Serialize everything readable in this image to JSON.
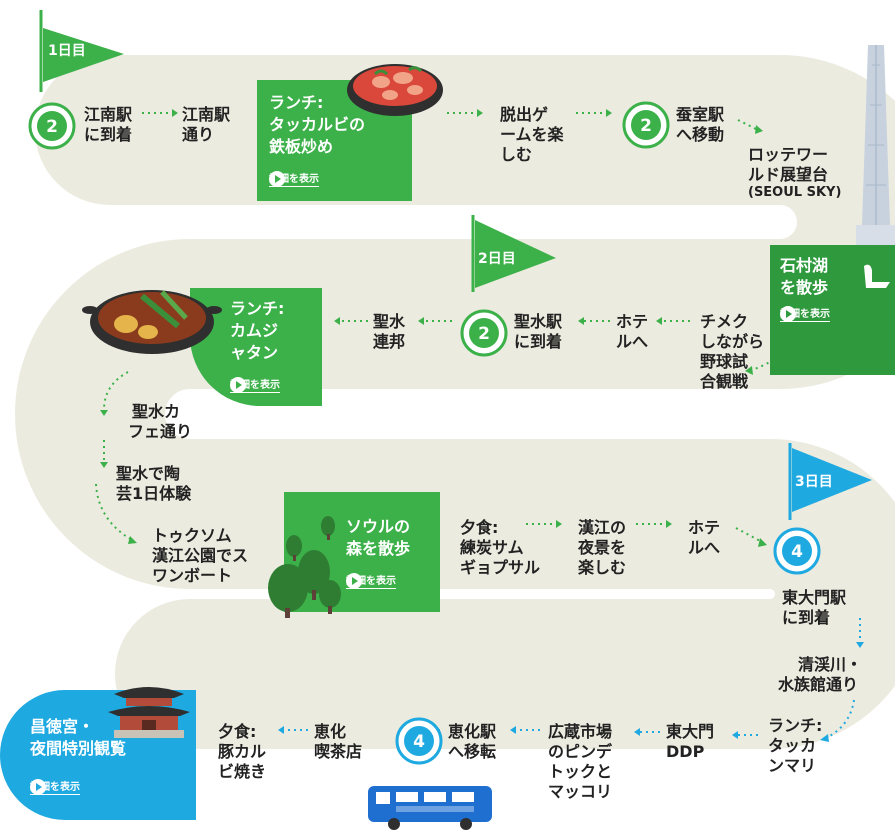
{
  "days": [
    {
      "label": "1日目"
    },
    {
      "label": "2日目"
    },
    {
      "label": "3日目"
    }
  ],
  "step_number_1": "2",
  "step_number_2": "2",
  "step_number_3": "2",
  "step_number_4": "4",
  "step_number_5": "4",
  "day1": {
    "gangnam_station": [
      "江南駅",
      "に到着"
    ],
    "gangnam_street": [
      "江南駅",
      "通り"
    ],
    "lunch": [
      "ランチ:",
      "タッカルビの",
      "鉄板炒め"
    ],
    "escape_game": [
      "脱出ゲ",
      "ームを楽",
      "しむ"
    ],
    "jamsil": [
      "蚕室駅",
      "へ移動"
    ],
    "lotte_world": [
      "ロッテワー",
      "ルド展望台"
    ],
    "lotte_world_sub": "(SEOUL SKY)",
    "seokchon": [
      "石村湖",
      "を散歩"
    ],
    "baseball": [
      "チメク",
      "しながら",
      "野球試",
      "合観戦"
    ]
  },
  "day2": {
    "hotel_back": [
      "ホテ",
      "ルへ"
    ],
    "seongsu_station": [
      "聖水駅",
      "に到着"
    ],
    "seongsu_union": [
      "聖水",
      "連邦"
    ],
    "lunch": [
      "ランチ:",
      "カムジ",
      "ャタン"
    ],
    "cafe_street": [
      "聖水カ",
      "フェ通り"
    ],
    "pottery": [
      "聖水で陶",
      "芸1日体験"
    ],
    "swan_boat": [
      "トゥクソム",
      "漢江公園でス",
      "ワンボート"
    ],
    "seoul_forest": [
      "ソウルの",
      "森を散歩"
    ],
    "dinner": [
      "夕食:",
      "練炭サム",
      "ギョプサル"
    ],
    "han_river": [
      "漢江の",
      "夜景を",
      "楽しむ"
    ],
    "hotel": [
      "ホテ",
      "ルへ"
    ]
  },
  "day3": {
    "dongdaemun": [
      "東大門駅",
      "に到着"
    ],
    "cheonggye": [
      "清渓川・",
      "水族館通り"
    ],
    "lunch": [
      "ランチ:",
      "タッカ",
      "ンマリ"
    ],
    "ddp": [
      "東大門",
      "DDP"
    ],
    "gwangjang": [
      "広蔵市場",
      "のピンデ",
      "トックと",
      "マッコリ"
    ],
    "hyehwa": [
      "恵化駅",
      "へ移転"
    ],
    "cafe": [
      "恵化",
      "喫茶店"
    ],
    "dinner": [
      "夕食:",
      "豚カル",
      "ビ焼き"
    ],
    "changdeokgung": [
      "昌徳宮・",
      "夜間特別観覧"
    ]
  },
  "details_label": "詳細を表示",
  "colors": {
    "road": "#ecebe0",
    "green": "#3cb14a",
    "green_dark": "#2e9a3d",
    "blue": "#1fa9e1",
    "tower": "#b6c3d4"
  },
  "icons": [
    "flag-icon",
    "number-badge-icon",
    "play-icon",
    "fried-rice-pan-icon",
    "stew-pot-icon",
    "tower-icon",
    "forest-icon",
    "palace-icon",
    "bus-icon",
    "swan-boat-icon"
  ]
}
